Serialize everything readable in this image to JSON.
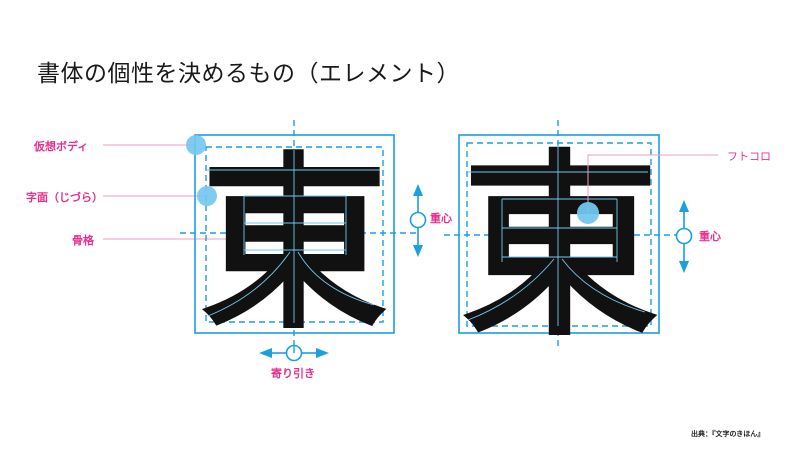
{
  "title": "書体の個性を決めるもの（エレメント）",
  "colors": {
    "guide_blue": "#1a9fe0",
    "circle_fill": "#72c6f0",
    "label_pink": "#e6328c",
    "leader_pink": "#f29ac4",
    "glyph": "#111111"
  },
  "left_figure": {
    "glyph": "東",
    "labels": {
      "virtual_body": "仮想ボディ",
      "face": "字面（じづら）",
      "skeleton": "骨格",
      "weight_center": "重心",
      "spacing": "寄り引き"
    }
  },
  "right_figure": {
    "glyph": "東",
    "labels": {
      "counter": "フトコロ",
      "weight_center": "重心"
    }
  },
  "source": "出典：『文字のきほん』"
}
